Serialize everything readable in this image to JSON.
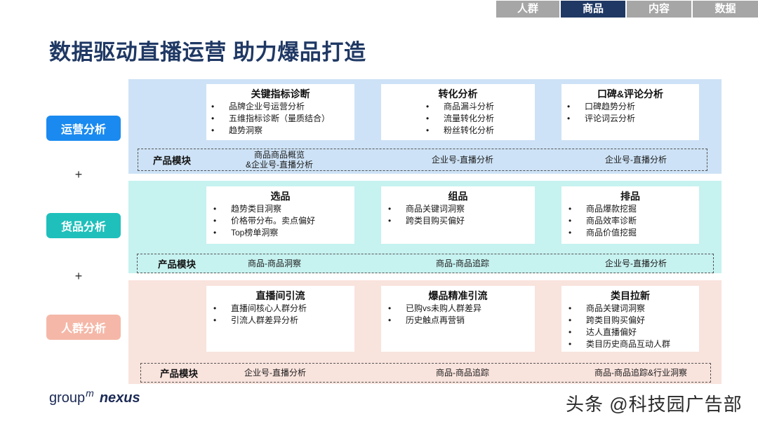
{
  "tabs": [
    {
      "label": "人群"
    },
    {
      "label": "商品"
    },
    {
      "label": "内容"
    },
    {
      "label": "数据"
    }
  ],
  "active_tab_index": 1,
  "title": "数据驱动直播运营 助力爆品打造",
  "separator": "+",
  "sections": [
    {
      "label": "运营分析",
      "accent": "#1a8af0",
      "background": "#cde2f6",
      "cards": [
        {
          "title": "关键指标诊断",
          "bullets": [
            "品牌企业号运营分析",
            "五维指标诊断（量质结合）",
            "趋势洞察"
          ]
        },
        {
          "title": "转化分析",
          "bullets": [
            "商品漏斗分析",
            "流量转化分析",
            "粉丝转化分析"
          ]
        },
        {
          "title": "口碑&评论分析",
          "bullets": [
            "口碑趋势分析",
            "评论词云分析"
          ]
        }
      ],
      "module_label": "产品模块",
      "modules": [
        [
          "商品商品概览",
          "&企业号-直播分析"
        ],
        [
          "企业号-直播分析"
        ],
        [
          "企业号-直播分析"
        ]
      ]
    },
    {
      "label": "货品分析",
      "accent": "#1fc0bb",
      "background": "#c6f2f0",
      "cards": [
        {
          "title": "选品",
          "bullets": [
            "趋势类目洞察",
            "价格带分布。卖点偏好",
            "Top榜单洞察"
          ]
        },
        {
          "title": "组品",
          "bullets": [
            "商品关键词洞察",
            "跨类目购买偏好"
          ]
        },
        {
          "title": "排品",
          "bullets": [
            "商品爆款挖掘",
            "商品效率诊断",
            "商品价值挖掘"
          ]
        }
      ],
      "module_label": "产品模块",
      "modules": [
        [
          "商品-商品洞察"
        ],
        [
          "商品-商品追踪"
        ],
        [
          "企业号-直播分析"
        ]
      ]
    },
    {
      "label": "人群分析",
      "accent": "#f5b8a8",
      "background": "#f9e3dd",
      "cards": [
        {
          "title": "直播间引流",
          "bullets": [
            "直播间核心人群分析",
            "引流人群差异分析"
          ]
        },
        {
          "title": "爆品精准引流",
          "bullets": [
            "已购vs未购人群差异",
            "历史触点再营销"
          ]
        },
        {
          "title": "类目拉新",
          "bullets": [
            "商品关键词洞察",
            "跨类目购买偏好",
            "达人直播偏好",
            "类目历史商品互动人群"
          ]
        }
      ],
      "module_label": "产品模块",
      "modules": [
        [
          "企业号-直播分析"
        ],
        [
          "商品-商品追踪"
        ],
        [
          "商品-商品追踪&行业洞察"
        ]
      ]
    }
  ],
  "logo": {
    "group": "group",
    "m": "m",
    "nexus": "nexus"
  },
  "watermark": "头条 @科技园广告部"
}
